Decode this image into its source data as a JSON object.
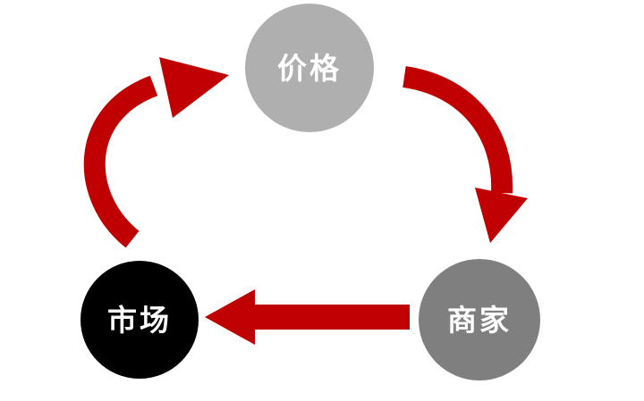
{
  "diagram": {
    "type": "cycle",
    "background_color": "#ffffff",
    "arrow_color": "#c00000",
    "nodes": [
      {
        "id": "price",
        "label": "价格",
        "shape": "circle",
        "fill": "#afafaf",
        "text_color": "#ffffff",
        "position": "top"
      },
      {
        "id": "merchant",
        "label": "商家",
        "shape": "circle",
        "fill": "#7f7f7f",
        "text_color": "#ffffff",
        "position": "bottom-right"
      },
      {
        "id": "market",
        "label": "市场",
        "shape": "circle",
        "fill": "#000000",
        "text_color": "#ffffff",
        "position": "bottom-left"
      }
    ],
    "edges": [
      {
        "from": "market",
        "to": "price",
        "style": "curved-arrow"
      },
      {
        "from": "price",
        "to": "merchant",
        "style": "curved-arrow"
      },
      {
        "from": "merchant",
        "to": "market",
        "style": "straight-arrow"
      }
    ]
  }
}
